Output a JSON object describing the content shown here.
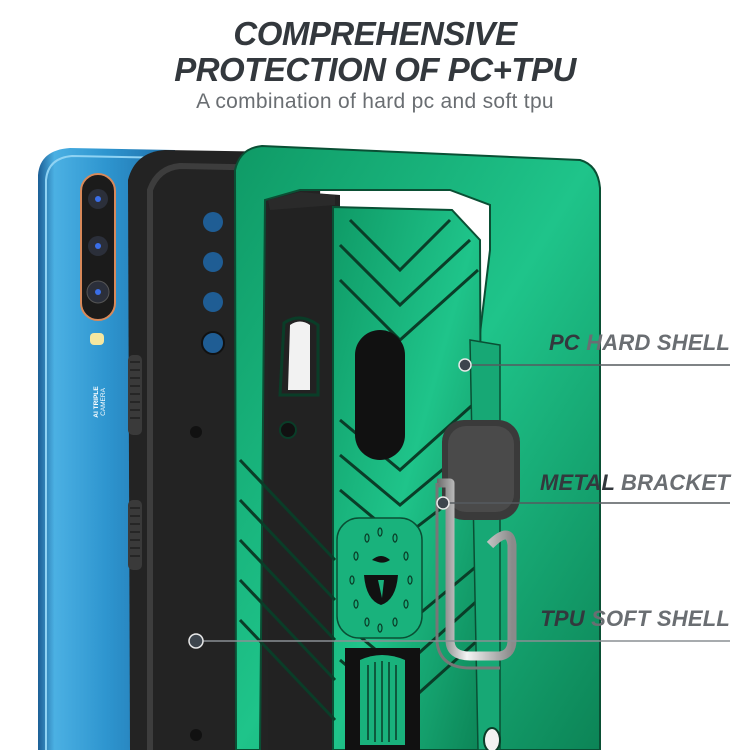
{
  "header": {
    "title_line1": "COMPREHENSIVE",
    "title_line2": "PROTECTION OF PC+TPU",
    "subtitle": "A combination of hard pc and soft tpu"
  },
  "phone": {
    "camera_label_line1": "AI TRIPLE",
    "camera_label_line2": "CAMERA",
    "color": "#2a8cc4"
  },
  "case": {
    "shell_color": "#17b07a",
    "tpu_color": "#2a2a2a",
    "ring_color": "#c8c8c8"
  },
  "callouts": [
    {
      "key": "PC",
      "rest": "HARD SHELL"
    },
    {
      "key": "METAL",
      "rest": "BRACKET"
    },
    {
      "key": "TPU",
      "rest": "SOFT SHELL"
    }
  ]
}
